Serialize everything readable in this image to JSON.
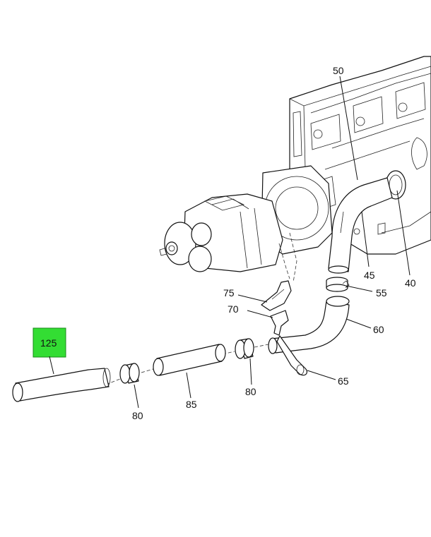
{
  "labels": {
    "l125": "125",
    "l50": "50",
    "l45": "45",
    "l40": "40",
    "l55": "55",
    "l75": "75",
    "l70": "70",
    "l60": "60",
    "l65": "65",
    "l80a": "80",
    "l80b": "80",
    "l85": "85"
  },
  "colors": {
    "highlight": "#33dd33",
    "line": "#111111",
    "background": "#ffffff"
  }
}
